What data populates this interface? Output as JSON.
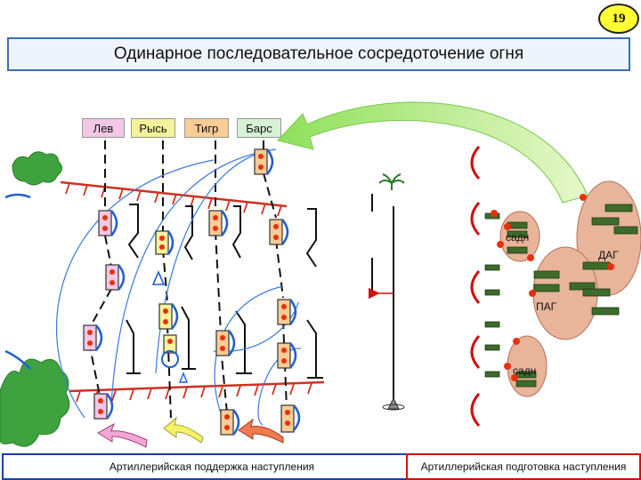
{
  "page_number": "19",
  "title": "Одинарное последовательное сосредоточение огня",
  "units": [
    {
      "label": "Лев",
      "color": "#f3c7e6"
    },
    {
      "label": "Рысь",
      "color": "#f4f29a"
    },
    {
      "label": "Тигр",
      "color": "#f7cc96"
    },
    {
      "label": "Барс",
      "color": "#d6f1d3"
    }
  ],
  "enemy_labels": {
    "sadn_top": "садн",
    "dag": "ДАГ",
    "pag": "ПАГ",
    "sadn_bottom": "садн"
  },
  "footer": {
    "left": "Артиллерийская поддержка наступления",
    "right": "Артиллерийская подготовка наступления"
  },
  "colors": {
    "friendly": "#1f5fd0",
    "enemy": "#cc1111",
    "fire": "#e83010",
    "title_border": "#3b6fb5",
    "enemy_group": "#e8b49a",
    "forest": "#3ea33e"
  }
}
